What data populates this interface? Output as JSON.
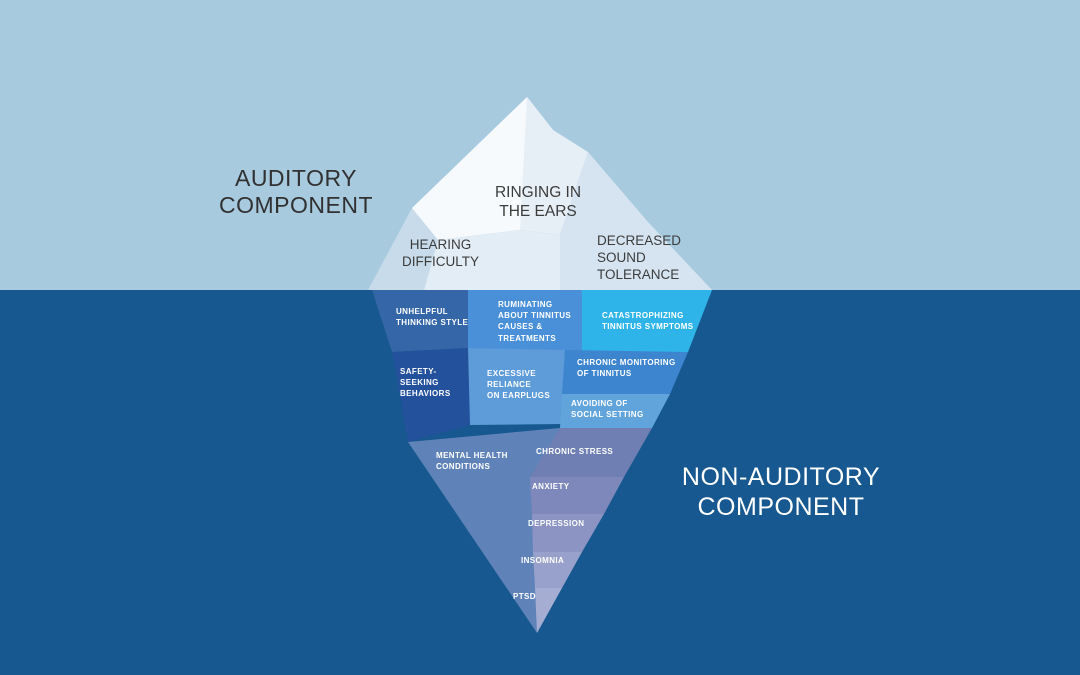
{
  "title": "Tinnitus iceberg diagram",
  "background": {
    "sky": "#a8cadf",
    "water": "#16588f"
  },
  "auditory_section": {
    "title": "AUDITORY\nCOMPONENT",
    "labels": {
      "ringing": "RINGING IN\nTHE EARS",
      "hearing": "HEARING\nDIFFICULTY",
      "decreased": "DECREASED\nSOUND\nTOLERANCE"
    }
  },
  "non_auditory_section": {
    "title": "NON-AUDITORY\nCOMPONENT",
    "labels": {
      "unhelpful": "UNHELPFUL\nTHINKING STYLE",
      "ruminating": "RUMINATING\nABOUT TINNITUS\nCAUSES &\nTREATMENTS",
      "catastrophizing": "CATASTROPHIZING\nTINNITUS SYMPTOMS",
      "safety": "SAFETY-\nSEEKING\nBEHAVIORS",
      "earplugs": "EXCESSIVE\nRELIANCE\nON EARPLUGS",
      "monitoring": "CHRONIC MONITORING\nOF TINNITUS",
      "avoiding": "AVOIDING OF\nSOCIAL SETTING",
      "mental": "MENTAL HEALTH\nCONDITIONS",
      "stress": "CHRONIC STRESS",
      "anxiety": "ANXIETY",
      "depression": "DEPRESSION",
      "insomnia": "INSOMNIA",
      "ptsd": "PTSD"
    }
  },
  "colors": {
    "ice_left": "#c7dbea",
    "ice_main": "#f7fafc",
    "ice_summit_right": "#e7eff6",
    "ice_right": "#d5e4f0",
    "ice_bottom": "#e3edf5",
    "unhelpful": "#3566a8",
    "ruminating": "#4a90d9",
    "catastrophizing": "#2fb4e9",
    "safety": "#24519b",
    "earplugs": "#5d9bd9",
    "monitoring": "#3d85cf",
    "avoiding": "#61a4dc",
    "mental": "#5f83b8",
    "stress": "#6f7fb3",
    "anxiety": "#7e88bb",
    "depression": "#8b94c3",
    "insomnia": "#98a1cb",
    "ptsd": "#a5add3"
  }
}
